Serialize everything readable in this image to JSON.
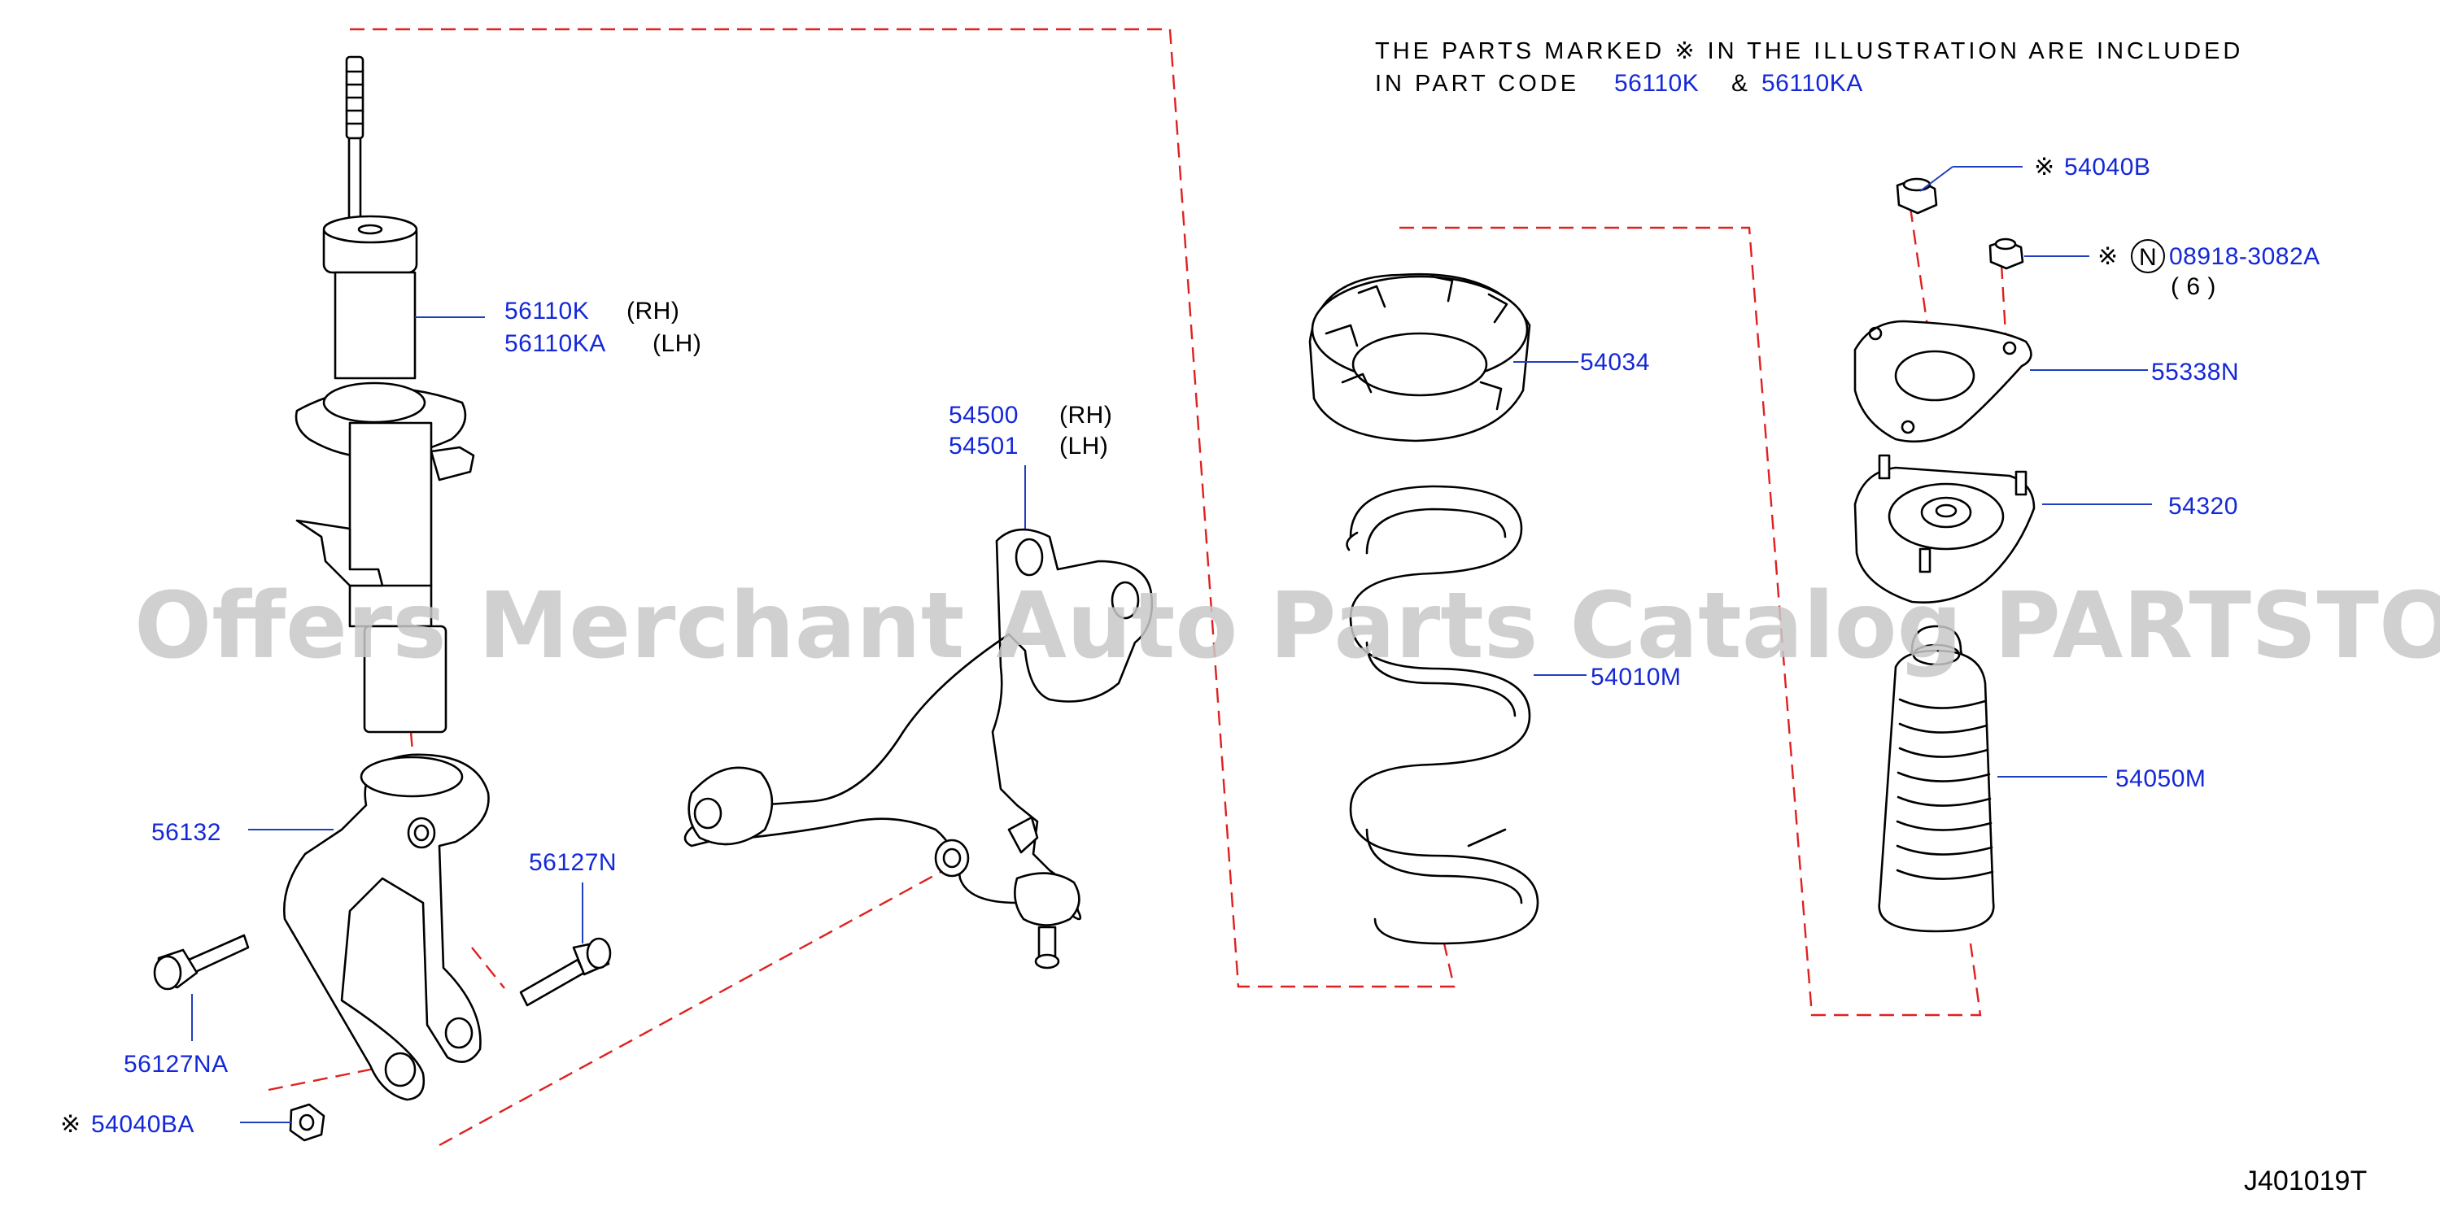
{
  "note": {
    "line1": "THE PARTS MARKED ※ IN THE ILLUSTRATION ARE INCLUDED",
    "line2_prefix": "IN PART CODE",
    "code_a": "56110K",
    "amp": "&",
    "code_b": "56110KA"
  },
  "watermark": "Offers Merchant Auto Parts Catalog PARTSTORE.SA",
  "diagram_code": "J401019T",
  "mark_symbol": "※",
  "n_symbol": "N",
  "parts": {
    "strut_rh": "56110K",
    "strut_rh_side": "(RH)",
    "strut_lh": "56110KA",
    "strut_lh_side": "(LH)",
    "knuckle_rh": "54500",
    "knuckle_rh_side": "(RH)",
    "knuckle_lh": "54501",
    "knuckle_lh_side": "(LH)",
    "seat": "54034",
    "spring": "54010M",
    "nut_top": "54040B",
    "nut_small": "08918-3082A",
    "nut_small_qty": "( 6 )",
    "plate": "55338N",
    "mount": "54320",
    "bumper": "54050M",
    "fork": "56132",
    "bolt_b": "56127N",
    "bolt_a": "56127NA",
    "nut_bottom": "54040BA"
  }
}
